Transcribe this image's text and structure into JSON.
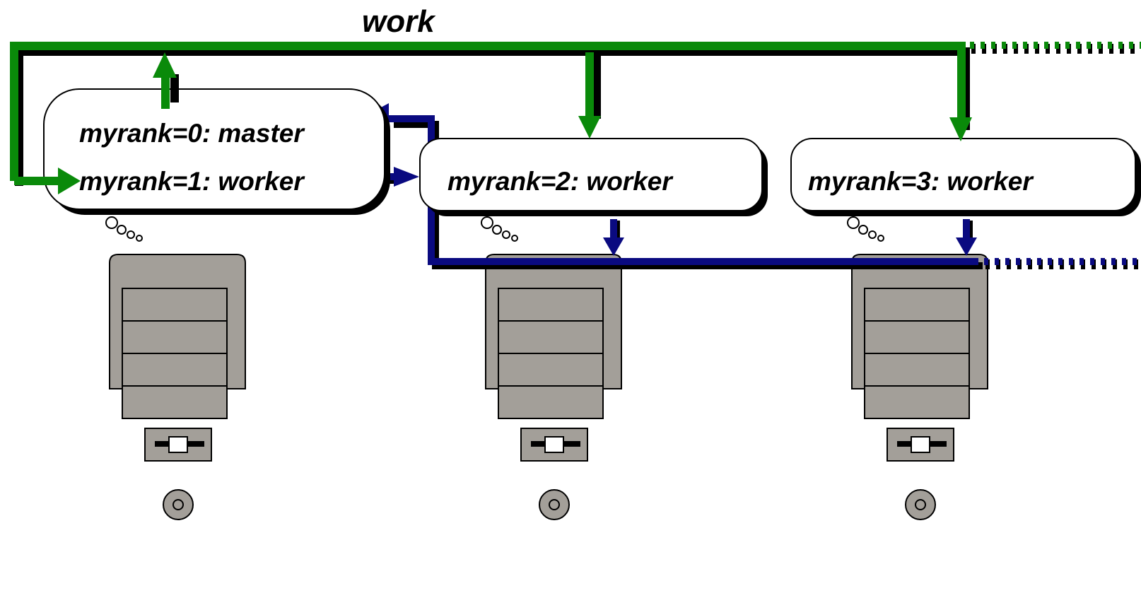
{
  "title": "work",
  "colors": {
    "work_line": "#0a8a0a",
    "result_line": "#0a0a80",
    "shadow": "#000000",
    "computer_fill": "#a39f99",
    "bubble_fill": "#ffffff"
  },
  "processes": {
    "rank0": "myrank=0: master",
    "rank1": "myrank=1: worker",
    "rank2": "myrank=2: worker",
    "rank3": "myrank=3: worker"
  },
  "computers": [
    {
      "name": "computer-tower",
      "icon": "desktop-tower-icon"
    },
    {
      "name": "computer-tower",
      "icon": "desktop-tower-icon"
    },
    {
      "name": "computer-tower",
      "icon": "desktop-tower-icon"
    }
  ]
}
